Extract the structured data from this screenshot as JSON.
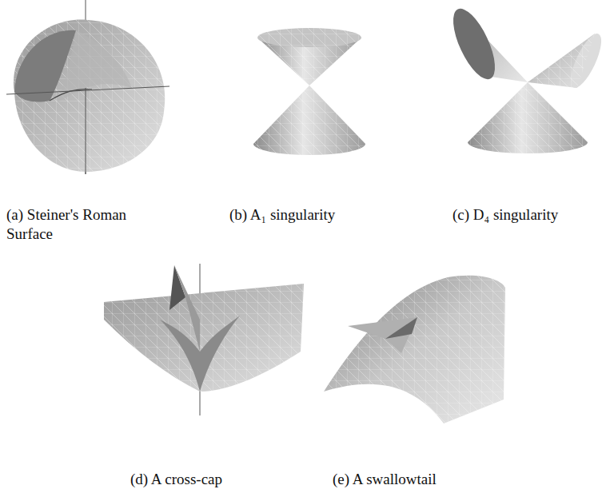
{
  "diagram": {
    "labels": [
      "(a) Steiner's Roman Surface",
      "(b) A₁ singularity",
      "(c) D₄ singularity",
      "(d) A cross-cap",
      "(e) A swallowtail"
    ]
  }
}
